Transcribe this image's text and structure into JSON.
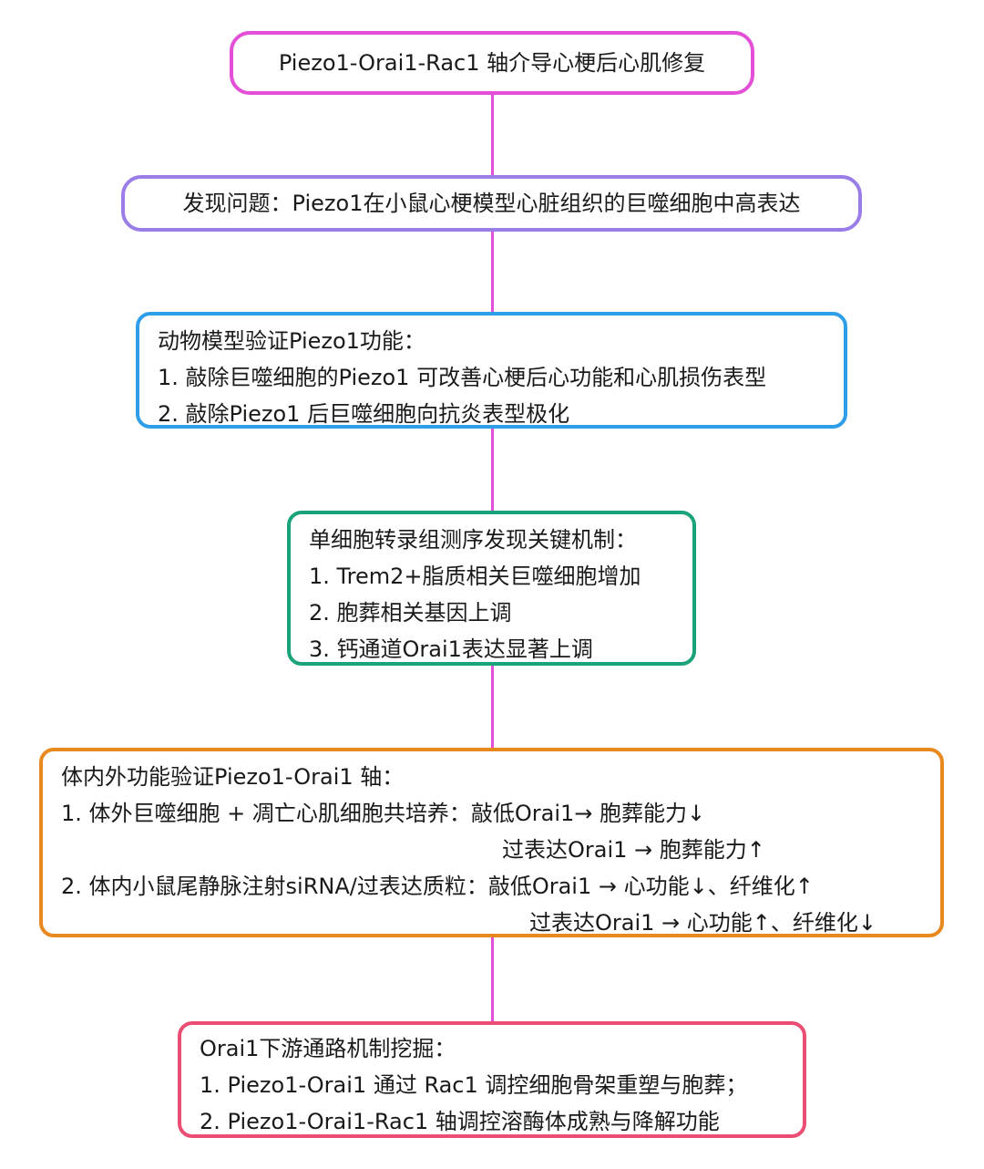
{
  "colors": {
    "connector": "#e34fd6",
    "title_border": "#e34fd6",
    "problem_border": "#9b7de8",
    "animal_border": "#2f9ee8",
    "singlecell_border": "#1aa37a",
    "vivo_border": "#e8891f",
    "downstream_border": "#ec4d72"
  },
  "title": "Piezo1-Orai1-Rac1 轴介导心梗后心肌修复",
  "problem": "发现问题：Piezo1在小鼠心梗模型心脏组织的巨噬细胞中高表达",
  "animal": {
    "heading": "动物模型验证Piezo1功能：",
    "items": [
      "1. 敲除巨噬细胞的Piezo1 可改善心梗后心功能和心肌损伤表型",
      "2. 敲除Piezo1 后巨噬细胞向抗炎表型极化"
    ]
  },
  "single_cell": {
    "heading": "单细胞转录组测序发现关键机制：",
    "items": [
      "1. Trem2+脂质相关巨噬细胞增加",
      "2. 胞葬相关基因上调",
      "3. 钙通道Orai1表达显著上调"
    ]
  },
  "vivo": {
    "heading": "体内外功能验证Piezo1-Orai1 轴：",
    "lines": [
      "1. 体外巨噬细胞 + 凋亡心肌细胞共培养：敲低Orai1→ 胞葬能力↓",
      "过表达Orai1 → 胞葬能力↑",
      "2. 体内小鼠尾静脉注射siRNA/过表达质粒：敲低Orai1 → 心功能↓、纤维化↑",
      "过表达Orai1 → 心功能↑、纤维化↓"
    ]
  },
  "downstream": {
    "heading": "Orai1下游通路机制挖掘：",
    "items": [
      "1. Piezo1-Orai1 通过 Rac1 调控细胞骨架重塑与胞葬；",
      "2. Piezo1-Orai1-Rac1 轴调控溶酶体成熟与降解功能"
    ]
  }
}
